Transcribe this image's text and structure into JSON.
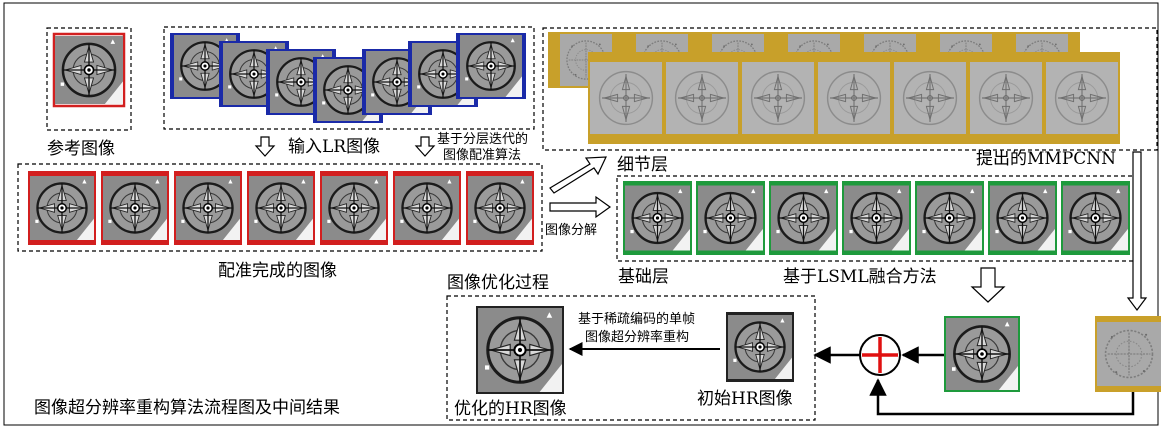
{
  "labels": {
    "reference": "参考图像",
    "input_lr": "输入LR图像",
    "registration_algo_l1": "基于分层迭代的",
    "registration_algo_l2": "图像配准算法",
    "registered": "配准完成的图像",
    "decomposition": "图像分解",
    "detail_layer": "细节层",
    "base_layer": "基础层",
    "proposed": "提出的MMPCNN",
    "lsml": "基于LSML融合方法",
    "optimization": "图像优化过程",
    "sparse_l1": "基于稀疏编码的单帧",
    "sparse_l2": "图像超分辨率重构",
    "initial_hr": "初始HR图像",
    "optimized_hr": "优化的HR图像",
    "caption": "图像超分辨率重构算法流程图及中间结果"
  },
  "counts": {
    "lr_frames": 7,
    "registered_frames": 7,
    "detail_frames_row1": 7,
    "detail_frames_row2": 7,
    "base_frames": 7
  },
  "colors": {
    "reference_border": "#d21f1f",
    "lr_border": "#1a2aa8",
    "registered_border": "#d21f1f",
    "detail_border": "#c8a02a",
    "base_border": "#1e9a3c",
    "fused_border": "#1e9a3c",
    "sum_symbol": "#e01010",
    "tile_bg": "#8a8a8a"
  }
}
